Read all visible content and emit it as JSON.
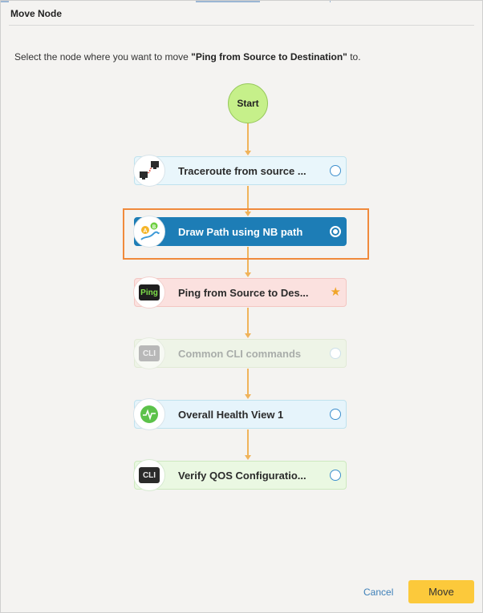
{
  "dialog": {
    "title": "Move Node",
    "instruction_prefix": "Select the node where you want to move ",
    "instruction_target": "\"Ping from Source to Destination\"",
    "instruction_suffix": " to."
  },
  "flow": {
    "start_label": "Start",
    "nodes": [
      {
        "label": "Traceroute from source ...",
        "icon": "traceroute-icon",
        "state": "selectable"
      },
      {
        "label": "Draw Path using NB path",
        "icon": "draw-path-icon",
        "state": "selected"
      },
      {
        "label": "Ping from Source to Des...",
        "icon": "ping-icon",
        "badge": "Ping",
        "state": "current"
      },
      {
        "label": "Common CLI commands",
        "icon": "cli-icon",
        "badge": "CLI",
        "state": "disabled"
      },
      {
        "label": "Overall Health View 1",
        "icon": "health-icon",
        "state": "selectable"
      },
      {
        "label": "Verify QOS Configuratio...",
        "icon": "cli-icon",
        "badge": "CLI",
        "state": "selectable"
      }
    ]
  },
  "footer": {
    "cancel_label": "Cancel",
    "move_label": "Move"
  },
  "colors": {
    "accent": "#1d7db6",
    "highlight": "#f08a3c",
    "connector": "#f0b35a",
    "move_button": "#fcc93b",
    "start_node": "#c6f08a"
  }
}
